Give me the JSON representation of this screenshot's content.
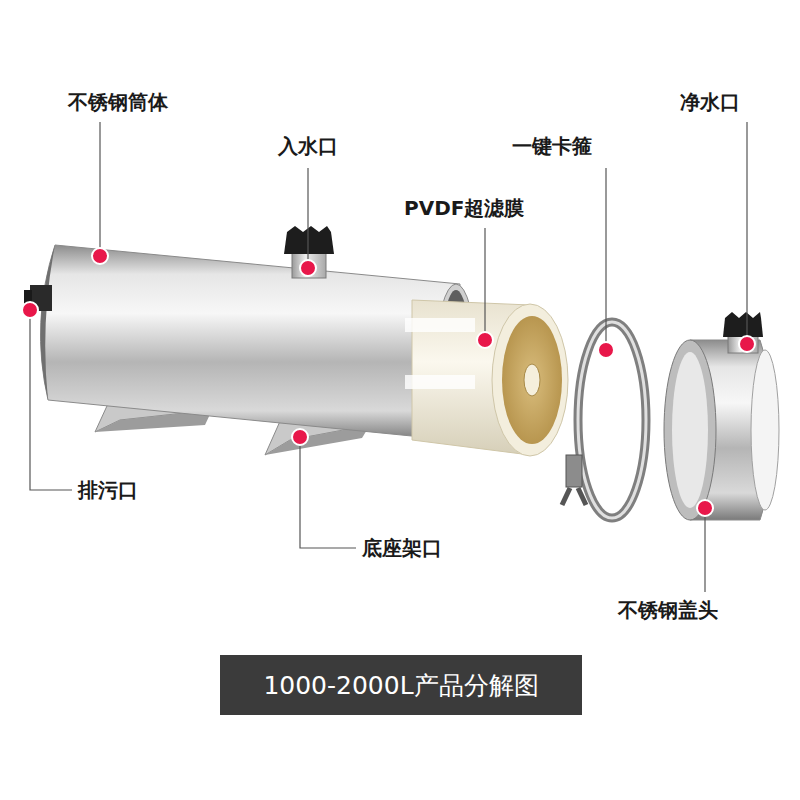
{
  "diagram": {
    "caption": "1000-2000L产品分解图",
    "labels": [
      "不锈钢筒体",
      "入水口",
      "PVDF超滤膜",
      "一键卡箍",
      "净水口",
      "排污口",
      "底座架口",
      "不锈钢盖头"
    ]
  }
}
